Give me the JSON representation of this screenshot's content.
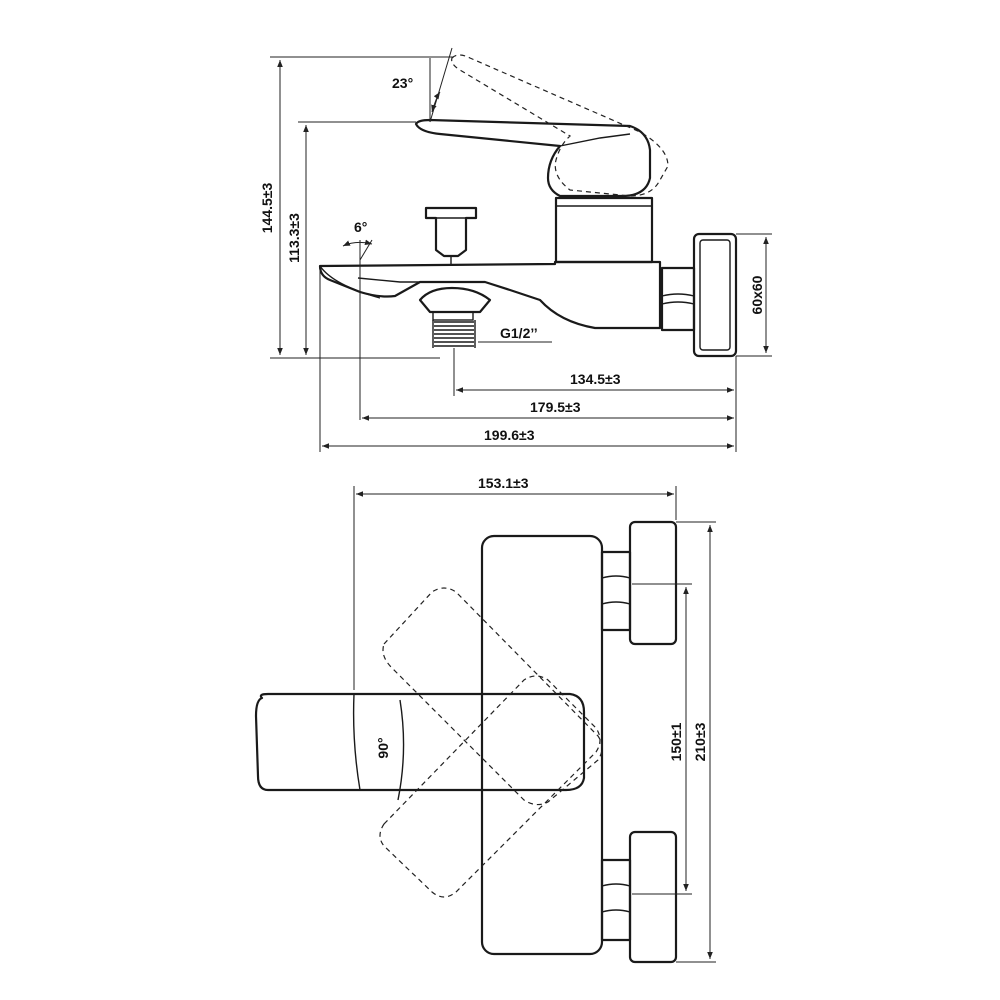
{
  "side_view": {
    "angle_lever": "23°",
    "angle_spout": "6°",
    "height_total": "144.5±3",
    "height_lever": "113.3±3",
    "size_flange": "60x60",
    "thread": "G1/2’’",
    "dim_inlet": "134.5±3",
    "dim_spout": "179.5±3",
    "dim_total": "199.6±3"
  },
  "top_view": {
    "width": "153.1±3",
    "angle_rotation": "90°",
    "center_distance": "150±1",
    "overall_length": "210±3"
  }
}
